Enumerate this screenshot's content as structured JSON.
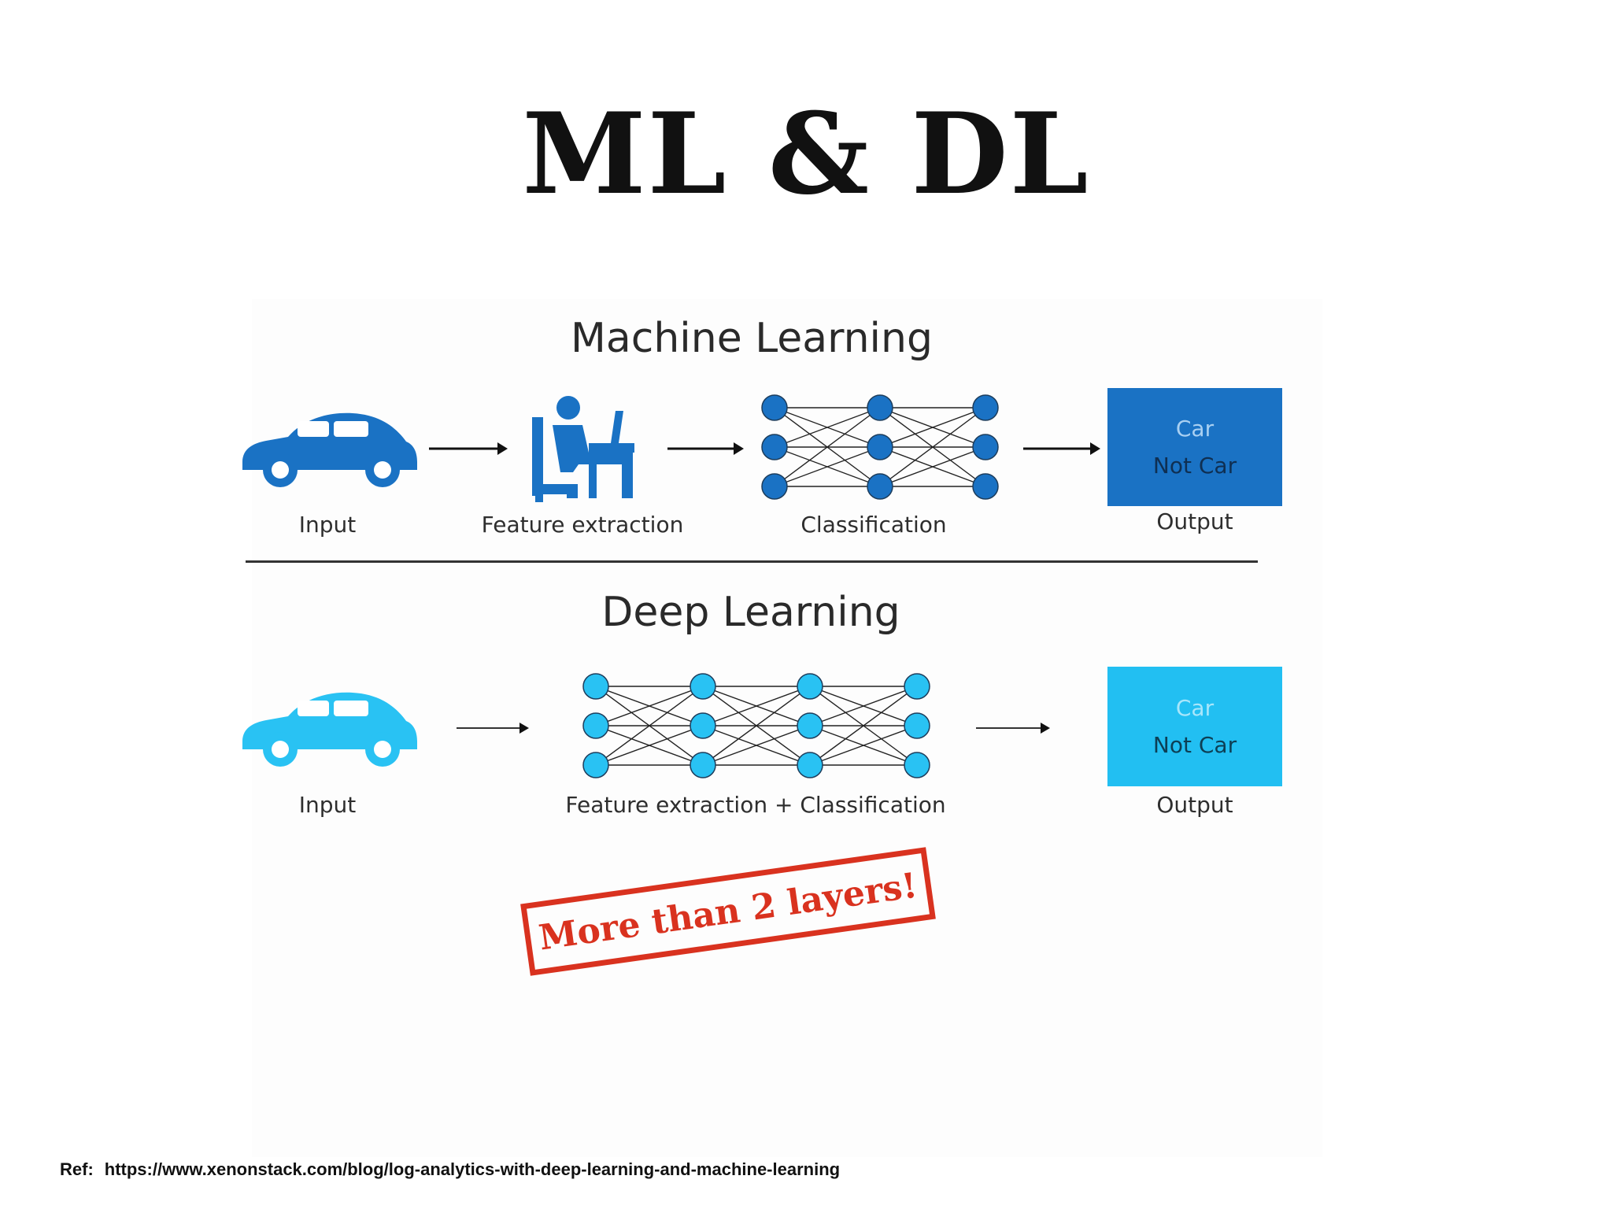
{
  "slide": {
    "title": "ML & DL",
    "ref_label": "Ref:",
    "ref_url": "https://www.xenonstack.com/blog/log-analytics-with-deep-learning-and-machine-learning",
    "stamp": "More than 2 layers!"
  },
  "ml": {
    "title": "Machine Learning",
    "input_label": "Input",
    "feature_label": "Feature extraction",
    "classification_label": "Classification",
    "output_label": "Output",
    "output_car": "Car",
    "output_not_car": "Not Car",
    "color": "#1a72c4",
    "network_layers": 3,
    "nodes_per_layer": 3
  },
  "dl": {
    "title": "Deep Learning",
    "input_label": "Input",
    "combined_label": "Feature extraction + Classification",
    "output_label": "Output",
    "output_car": "Car",
    "output_not_car": "Not Car",
    "color": "#29c2f3",
    "network_layers": 4,
    "nodes_per_layer": 3
  },
  "colors": {
    "stamp": "#d9321f",
    "ml_box": "#1a72c4",
    "dl_box": "#22bff2"
  }
}
